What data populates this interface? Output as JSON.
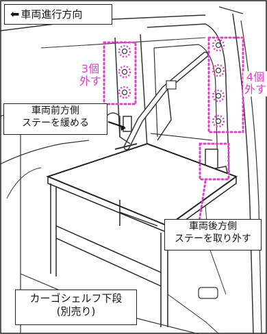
{
  "direction_label": {
    "arrow": "⬅",
    "text": "車両進行方向"
  },
  "callouts": {
    "left_count": {
      "line1": "3個",
      "line2": "外す"
    },
    "right_count": {
      "line1": "4個",
      "line2": "外す"
    },
    "front_stay": {
      "line1": "車両前方側",
      "line2": "ステーを緩める"
    },
    "rear_stay": {
      "line1": "車両後方側",
      "line2": "ステーを取り外す"
    },
    "shelf": {
      "line1": "カーゴシェルフ下段",
      "line2": "(別売り)"
    }
  },
  "colors": {
    "highlight": "#e040c8",
    "line": "#222222"
  },
  "bolts": {
    "left_count": 3,
    "right_count": 4
  }
}
